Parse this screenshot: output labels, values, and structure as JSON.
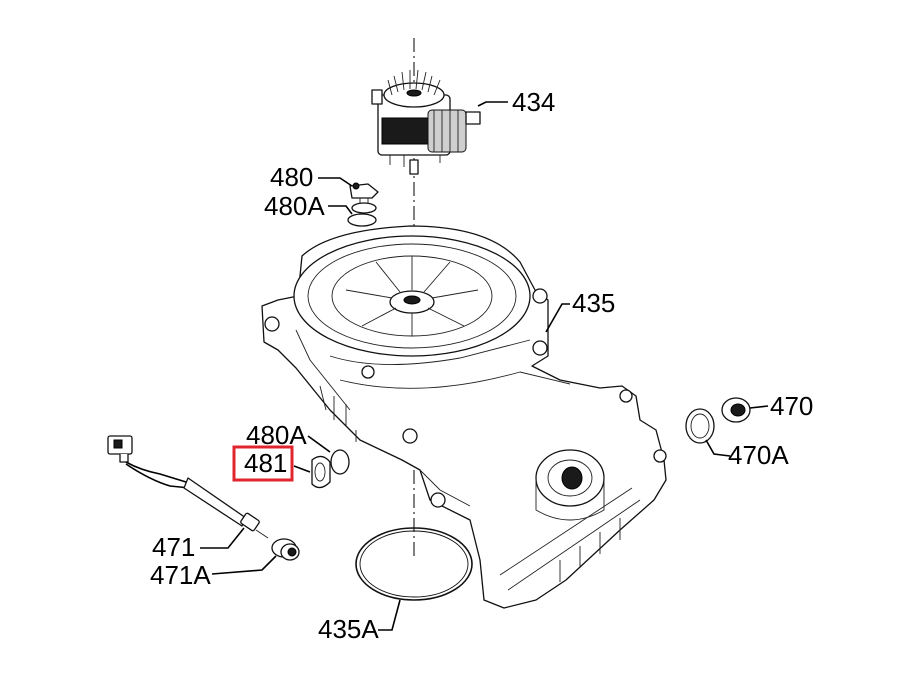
{
  "diagram": {
    "highlight_color": "#e0252e",
    "labels": {
      "p434": "434",
      "p480": "480",
      "p480a_top": "480A",
      "p435": "435",
      "p470": "470",
      "p470a": "470A",
      "p480a_mid": "480A",
      "p481": "481",
      "p471": "471",
      "p471a": "471A",
      "p435a": "435A"
    },
    "highlighted_part": "481"
  }
}
